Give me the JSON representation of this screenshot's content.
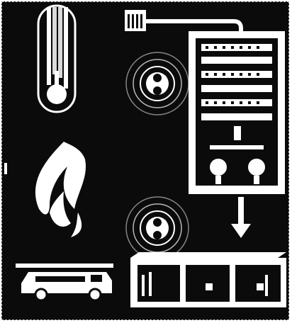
{
  "diagram": {
    "components": [
      {
        "id": "thermometer",
        "icon": "thermometer-icon"
      },
      {
        "id": "fire",
        "icon": "flame-icon"
      },
      {
        "id": "smoke-sensor-upper",
        "icon": "sensor-icon"
      },
      {
        "id": "smoke-sensor-lower",
        "icon": "sensor-icon"
      },
      {
        "id": "control-panel",
        "icon": "alarm-control-panel-icon"
      },
      {
        "id": "fire-truck",
        "icon": "fire-truck-icon"
      },
      {
        "id": "building",
        "icon": "building-icon"
      },
      {
        "id": "top-connector",
        "icon": "plug-icon"
      }
    ],
    "colors": {
      "background": "#0b0b0b",
      "foreground": "#ffffff"
    }
  }
}
